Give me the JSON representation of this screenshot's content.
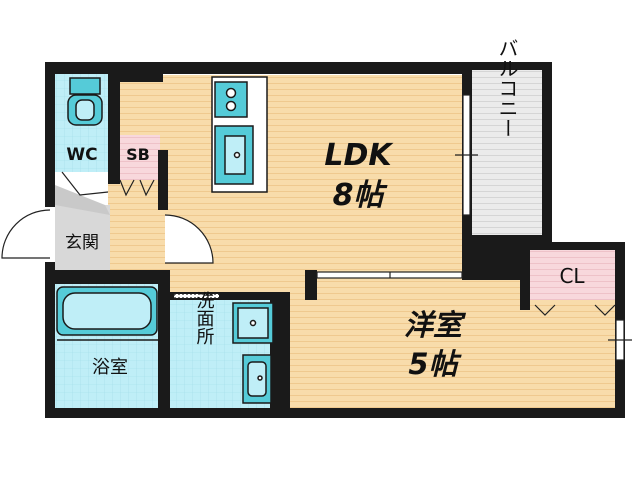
{
  "rooms": {
    "ldk": {
      "name": "LDK",
      "size": "8帖"
    },
    "western": {
      "name": "洋室",
      "size": "5帖"
    },
    "balcony": {
      "name": "バルコニー"
    },
    "wc": {
      "name": "WC"
    },
    "sb": {
      "name": "SB"
    },
    "entrance": {
      "name": "玄関"
    },
    "bath": {
      "name": "浴室"
    },
    "washroom": {
      "name": "洗面所"
    },
    "closet": {
      "name": "CL"
    }
  },
  "colors": {
    "wall": "#1a1a1a",
    "floor_wood": "#f8dcab",
    "floor_tile": "#bfeef7",
    "closet": "#f8d8dc",
    "balcony": "#ebebeb",
    "entrance": "#d8d8d8",
    "fixture": "#55cbd8"
  }
}
